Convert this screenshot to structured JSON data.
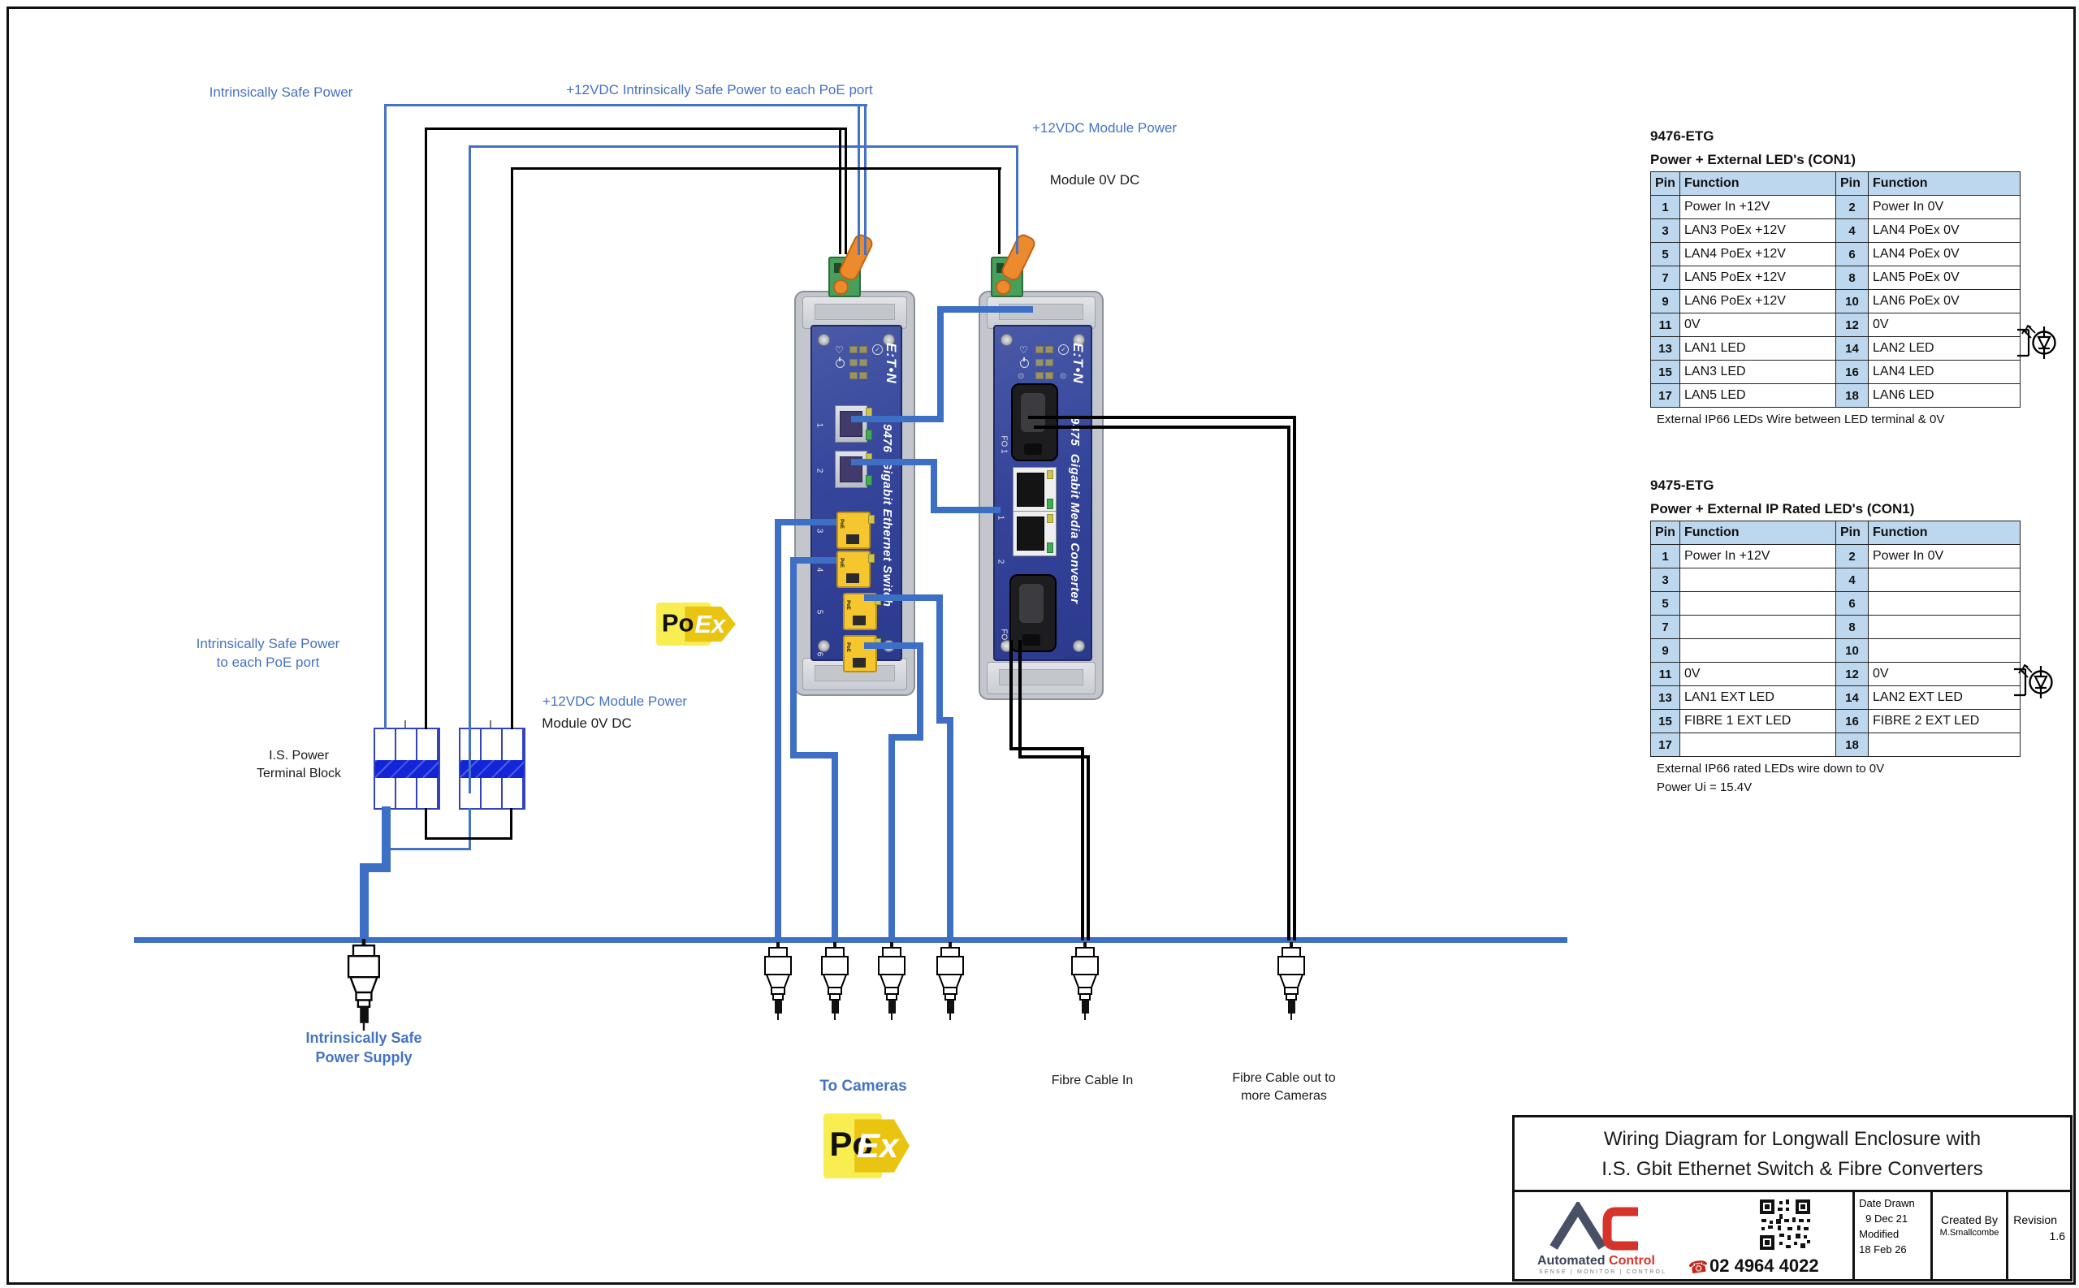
{
  "labels": {
    "is_power_top": "Intrinsically Safe Power",
    "is_power_poe_top": "+12VDC  Intrinsically Safe Power to each PoE port",
    "module_power_top": "+12VDC Module Power",
    "module_0v_top": "Module 0V DC",
    "is_power_poe_left1": "Intrinsically Safe Power",
    "is_power_poe_left2": "to each PoE port",
    "terminal_block1": "I.S. Power",
    "terminal_block2": "Terminal Block",
    "module_power_mid": "+12VDC Module Power",
    "module_0v_mid": "Module 0V DC",
    "is_supply1": "Intrinsically Safe",
    "is_supply2": "Power Supply",
    "to_cameras": "To Cameras",
    "fibre_in": "Fibre Cable In",
    "fibre_out1": "Fibre Cable out to",
    "fibre_out2": "more Cameras"
  },
  "devices": {
    "switch": {
      "brand": "E:T•N",
      "model": "9476",
      "name": "Gigabit Ethernet Switch",
      "ports": [
        "1",
        "2",
        "3",
        "4",
        "5",
        "6"
      ],
      "poe_label": "PoE"
    },
    "converter": {
      "brand": "E:T•N",
      "model": "9475",
      "name": "Gigabit Media Converter",
      "ports": [
        "FO 1",
        "1",
        "2",
        "FO 2"
      ]
    }
  },
  "poex_logo": {
    "text_po": "Po",
    "text_ex": "Ex"
  },
  "tables": [
    {
      "title": "9476-ETG",
      "subtitle": "Power + External LED's (CON1)",
      "headers": [
        "Pin",
        "Function",
        "Pin",
        "Function"
      ],
      "rows": [
        [
          "1",
          "Power In +12V",
          "2",
          "Power In 0V"
        ],
        [
          "3",
          "LAN3 PoEx +12V",
          "4",
          "LAN4 PoEx 0V"
        ],
        [
          "5",
          "LAN4 PoEx +12V",
          "6",
          "LAN4 PoEx 0V"
        ],
        [
          "7",
          "LAN5 PoEx +12V",
          "8",
          "LAN5 PoEx 0V"
        ],
        [
          "9",
          "LAN6 PoEx +12V",
          "10",
          "LAN6 PoEx 0V"
        ],
        [
          "11",
          "0V",
          "12",
          "0V"
        ],
        [
          "13",
          "LAN1 LED",
          "14",
          "LAN2 LED"
        ],
        [
          "15",
          "LAN3 LED",
          "16",
          "LAN4 LED"
        ],
        [
          "17",
          "LAN5 LED",
          "18",
          "LAN6 LED"
        ]
      ],
      "notes": [
        "External IP66 LEDs Wire between LED terminal & 0V"
      ]
    },
    {
      "title": "9475-ETG",
      "subtitle": "Power + External IP Rated LED's (CON1)",
      "headers": [
        "Pin",
        "Function",
        "Pin",
        "Function"
      ],
      "rows": [
        [
          "1",
          "Power In +12V",
          "2",
          "Power In 0V"
        ],
        [
          "3",
          "",
          "4",
          ""
        ],
        [
          "5",
          "",
          "6",
          ""
        ],
        [
          "7",
          "",
          "8",
          ""
        ],
        [
          "9",
          "",
          "10",
          ""
        ],
        [
          "11",
          "0V",
          "12",
          "0V"
        ],
        [
          "13",
          "LAN1 EXT LED",
          "14",
          "LAN2 EXT LED"
        ],
        [
          "15",
          "FIBRE 1 EXT LED",
          "16",
          "FIBRE 2 EXT LED"
        ],
        [
          "17",
          "",
          "18",
          ""
        ]
      ],
      "notes": [
        "External IP66 rated LEDs wire down to 0V",
        "Power Ui = 15.4V"
      ]
    }
  ],
  "title_block": {
    "title1": "Wiring Diagram for Longwall Enclosure with",
    "title2": "I.S. Gbit Ethernet Switch & Fibre Converters",
    "company": {
      "name1": "Automated",
      "name2": "Control",
      "tagline": "SENSE | MONITOR | CONTROL",
      "phone": "02 4964 4022"
    },
    "date_drawn_label": "Date Drawn",
    "date_drawn": "9 Dec 21",
    "modified_label": "Modified",
    "modified": "18 Feb 26",
    "created_by_label": "Created By",
    "created_by": "M.Smallcombe",
    "revision_label": "Revision",
    "revision": "1.6"
  },
  "colors": {
    "label_blue": "#4472C4",
    "wire_blue": "#4472C4",
    "wire_thick_blue": "#3D6FC4",
    "table_header_fill": "#BDD7EE",
    "accent_red": "#D6342A",
    "poe_yellow": "#F6C62E",
    "terminal_band_blue": "#1226D8"
  }
}
